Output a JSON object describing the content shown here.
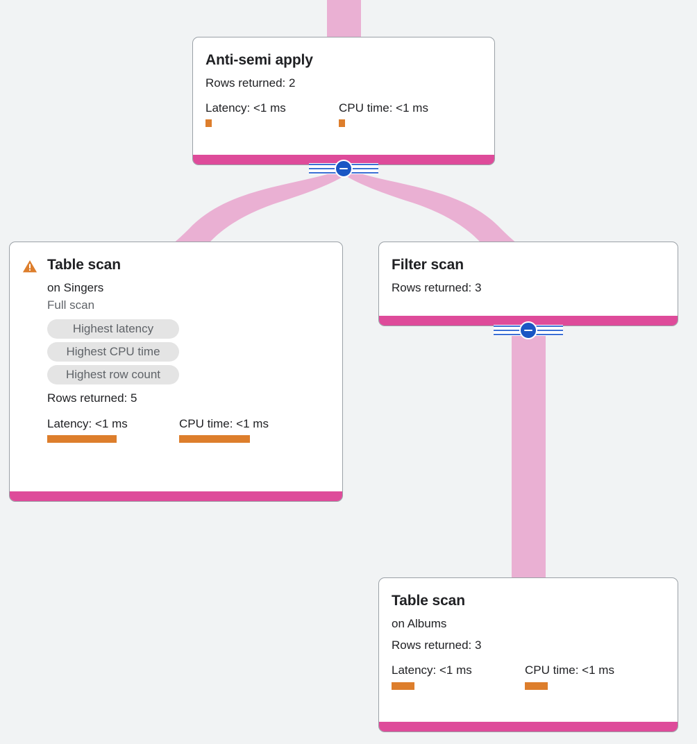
{
  "canvas": {
    "background_color": "#f1f3f4",
    "accent_color": "#de4b9a",
    "edge_color": "#eab0d3",
    "metric_bar_color": "#dd7e2c",
    "handle_color": "#1a56c4"
  },
  "nodes": [
    {
      "id": "anti-semi-apply",
      "title": "Anti-semi apply",
      "rows_returned": "Rows returned: 2",
      "latency_label": "Latency: <1 ms",
      "cpu_label": "CPU time: <1 ms",
      "latency_bar_width": 9,
      "cpu_bar_width": 9,
      "warning": false,
      "subtitle": null,
      "scan_type": null,
      "chips": []
    },
    {
      "id": "table-scan-singers",
      "title": "Table scan",
      "subtitle": "on Singers",
      "scan_type": "Full scan",
      "chips": [
        "Highest latency",
        "Highest CPU time",
        "Highest row count"
      ],
      "rows_returned": "Rows returned: 5",
      "latency_label": "Latency: <1 ms",
      "cpu_label": "CPU time: <1 ms",
      "latency_bar_width": 100,
      "cpu_bar_width": 102,
      "warning": true
    },
    {
      "id": "filter-scan",
      "title": "Filter scan",
      "rows_returned": "Rows returned: 3",
      "subtitle": null,
      "scan_type": null,
      "chips": [],
      "latency_label": null,
      "cpu_label": null,
      "warning": false
    },
    {
      "id": "table-scan-albums",
      "title": "Table scan",
      "subtitle": "on Albums",
      "scan_type": null,
      "chips": [],
      "rows_returned": "Rows returned: 3",
      "latency_label": "Latency: <1 ms",
      "cpu_label": "CPU time: <1 ms",
      "latency_bar_width": 33,
      "cpu_bar_width": 33,
      "warning": false
    }
  ],
  "handles": [
    {
      "id": "collapse-anti-semi-apply",
      "state": "expanded",
      "glyph": "minus"
    },
    {
      "id": "collapse-filter-scan",
      "state": "expanded",
      "glyph": "minus"
    }
  ]
}
